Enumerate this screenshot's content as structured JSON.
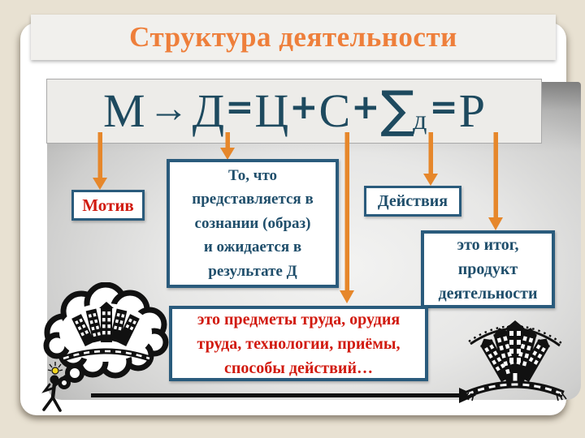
{
  "slide": {
    "title": "Структура деятельности",
    "formula": {
      "text": "М→Д=Ц+С+∑д=Р",
      "segments": [
        {
          "t": "М"
        },
        {
          "t": "→"
        },
        {
          "t": "Д"
        },
        {
          "t": "="
        },
        {
          "t": "Ц"
        },
        {
          "t": "+"
        },
        {
          "t": "С"
        },
        {
          "t": "+"
        },
        {
          "t": "∑"
        },
        {
          "t": "д"
        },
        {
          "t": "="
        },
        {
          "t": "Р"
        }
      ]
    },
    "boxes": {
      "motive": {
        "label": "Мотив"
      },
      "goal": {
        "lines": [
          "То, что",
          "представляется в",
          "сознании (образ)",
          "и ожидается в",
          "результате Д"
        ]
      },
      "actions": {
        "label": "Действия"
      },
      "result": {
        "lines": [
          "это итог,",
          "продукт",
          "деятельности"
        ]
      },
      "means": {
        "lines": [
          "это предметы труда, орудия",
          "труда, технологии, приёмы,",
          "способы действий…"
        ]
      }
    },
    "colors": {
      "page_background": "#E8E1D2",
      "title_orange": "#EE7F3B",
      "formula_blue": "#1E4A5F",
      "box_border_teal": "#2A5B7C",
      "box_text_blue": "#1F4E6B",
      "accent_red": "#D11A0F",
      "arrow_orange": "#E6872B",
      "timeline_black": "#111111"
    },
    "illustrations": {
      "left": "thought-cloud-with-city-and-idea-person",
      "right": "city-buildings-fan"
    }
  }
}
